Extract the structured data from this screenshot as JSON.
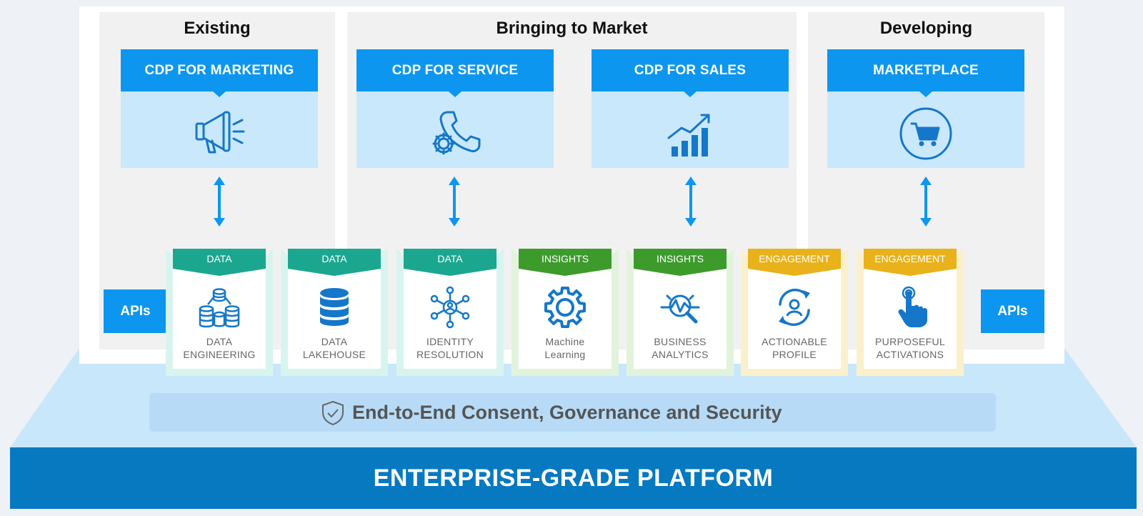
{
  "columns": [
    {
      "title": "Existing"
    },
    {
      "title": "Bringing to Market"
    },
    {
      "title": "Developing"
    }
  ],
  "products": [
    {
      "label": "CDP FOR MARKETING",
      "icon": "megaphone-icon"
    },
    {
      "label": "CDP FOR SERVICE",
      "icon": "phone-gear-icon"
    },
    {
      "label": "CDP FOR SALES",
      "icon": "growth-chart-icon"
    },
    {
      "label": "MARKETPLACE",
      "icon": "shopping-cart-icon"
    }
  ],
  "apis": {
    "left": "APIs",
    "right": "APIs"
  },
  "capabilities": [
    {
      "tag": "DATA",
      "line1": "DATA",
      "line2": "ENGINEERING",
      "icon": "database-network-icon"
    },
    {
      "tag": "DATA",
      "line1": "DATA",
      "line2": "LAKEHOUSE",
      "icon": "database-icon"
    },
    {
      "tag": "DATA",
      "line1": "IDENTITY",
      "line2": "RESOLUTION",
      "icon": "identity-network-icon"
    },
    {
      "tag": "INSIGHTS",
      "line1": "Machine",
      "line2": "Learning",
      "icon": "gear-icon"
    },
    {
      "tag": "INSIGHTS",
      "line1": "BUSINESS",
      "line2": "ANALYTICS",
      "icon": "analytics-magnifier-icon"
    },
    {
      "tag": "ENGAGEMENT",
      "line1": "ACTIONABLE",
      "line2": "PROFILE",
      "icon": "profile-cycle-icon"
    },
    {
      "tag": "ENGAGEMENT",
      "line1": "PURPOSEFUL",
      "line2": "ACTIVATIONS",
      "icon": "tap-hand-icon"
    }
  ],
  "consent": {
    "text": "End-to-End Consent, Governance and Security",
    "icon": "shield-check-icon"
  },
  "platform": {
    "text": "ENTERPRISE-GRADE PLATFORM"
  },
  "colors": {
    "primary_blue": "#0d96ef",
    "card_light": "#c9e8fb",
    "data_teal": "#1ba78f",
    "insights_green": "#3d9b2c",
    "engagement_yellow": "#e9b21a",
    "platform_blue": "#0679c1"
  }
}
